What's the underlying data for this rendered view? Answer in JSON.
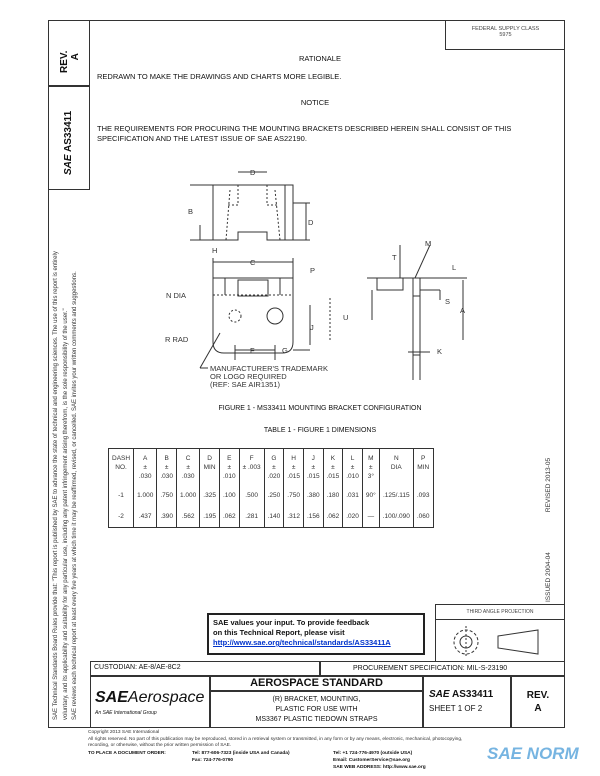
{
  "header": {
    "federal_supply_class": "FEDERAL SUPPLY CLASS",
    "fsc_number": "5975"
  },
  "side": {
    "rev_label": "REV.",
    "rev": "A",
    "doc_id": "AS33411",
    "sae_mark": "SAE",
    "disclaimer_1": "SAE Technical Standards Board Rules provide that: \"This report is published by SAE to advance the state of technical and engineering sciences. The use of this report is entirely",
    "disclaimer_2": "voluntary, and its applicability and suitability for any particular use, including any patent infringement arising therefrom, is the sole responsibility of the user.\"",
    "disclaimer_3": "SAE reviews each technical report at least every five years at which time it may be reaffirmed, revised, or cancelled. SAE invites your written comments and suggestions.",
    "issued": "ISSUED 2004-04",
    "revised": "REVISED 2013-05"
  },
  "body": {
    "rationale_heading": "RATIONALE",
    "rationale_text": "REDRAWN TO MAKE THE DRAWINGS AND CHARTS MORE LEGIBLE.",
    "notice_heading": "NOTICE",
    "notice_text_1": "THE REQUIREMENTS FOR PROCURING THE MOUNTING BRACKETS DESCRIBED HEREIN SHALL CONSIST OF THIS",
    "notice_text_2": "SPECIFICATION AND THE LATEST ISSUE OF SAE AS22190."
  },
  "figure": {
    "caption": "FIGURE 1 - MS33411 MOUNTING BRACKET CONFIGURATION",
    "labels": {
      "d_top": "D",
      "b": "B",
      "d_right": "D",
      "h": "H",
      "c": "C",
      "p": "P",
      "n_dia": "N DIA",
      "r_rad": "R RAD",
      "f": "F",
      "g": "G",
      "j": "J",
      "u": "U",
      "t": "T",
      "m": "M",
      "l": "L",
      "s": "S",
      "a": "A",
      "k": "K"
    },
    "trademark": [
      "MANUFACTURER'S TRADEMARK",
      "OR LOGO REQUIRED",
      "(REF: SAE AIR1351)"
    ]
  },
  "table": {
    "title": "TABLE 1 - FIGURE 1 DIMENSIONS",
    "headers": [
      [
        "DASH",
        "NO.",
        ""
      ],
      [
        "A",
        "±",
        ".030"
      ],
      [
        "B",
        "±",
        ".030"
      ],
      [
        "C",
        "±",
        ".030"
      ],
      [
        "D",
        "MIN",
        ""
      ],
      [
        "E",
        "±",
        ".010"
      ],
      [
        "F",
        "± .003",
        ""
      ],
      [
        "G",
        "±",
        ".020"
      ],
      [
        "H",
        "±",
        ".015"
      ],
      [
        "J",
        "±",
        ".015"
      ],
      [
        "K",
        "±",
        ".015"
      ],
      [
        "L",
        "±",
        ".010"
      ],
      [
        "M",
        "±",
        "3°"
      ],
      [
        "N",
        "DIA",
        ""
      ],
      [
        "P",
        "MIN",
        ""
      ]
    ],
    "rows": [
      [
        "-1",
        "1.000",
        ".750",
        "1.000",
        ".325",
        ".100",
        ".500",
        ".250",
        ".750",
        ".380",
        ".180",
        ".031",
        "90°",
        ".125/.115",
        ".093"
      ],
      [
        "-2",
        ".437",
        ".390",
        ".562",
        ".195",
        ".062",
        ".281",
        ".140",
        ".312",
        ".156",
        ".062",
        ".020",
        "—",
        ".100/.090",
        ".060"
      ]
    ]
  },
  "feedback": {
    "line1": "SAE values your input. To provide feedback",
    "line2": "on this Technical Report, please visit",
    "link": "http://www.sae.org/technical/standards/AS33411A"
  },
  "projection": {
    "label": "THIRD ANGLE PROJECTION"
  },
  "titleblock": {
    "custodian": "CUSTODIAN: AE-8/AE-8C2",
    "procurement": "PROCUREMENT SPECIFICATION: MIL-S-23190",
    "logo_sae": "SAE",
    "logo_aerospace": "Aerospace",
    "logo_sub": "An SAE International Group",
    "standard": "AEROSPACE STANDARD",
    "title_1": "(R) BRACKET, MOUNTING,",
    "title_2": "PLASTIC FOR USE WITH",
    "title_3": "MS3367 PLASTIC TIEDOWN STRAPS",
    "doc_sae": "SAE",
    "doc_id": "AS33411",
    "sheet": "SHEET 1 OF 2",
    "rev_label": "REV.",
    "rev": "A"
  },
  "footer": {
    "copyright": "Copyright 2013 SAE International",
    "rights": "All rights reserved. No part of this publication may be reproduced, stored in a retrieval system or transmitted, in any form or by any means, electronic, mechanical, photocopying,",
    "rights_2": "recording, or otherwise, without the prior written permission of SAE.",
    "order": "TO PLACE A DOCUMENT ORDER:",
    "tel_us": "Tel: 877-606-7323 (inside USA and Canada)",
    "fax": "Fax: 724-776-0790",
    "tel_intl": "Tel: +1 724-776-4970 (outside USA)",
    "email": "Email: CustomerService@sae.org",
    "web": "SAE WEB ADDRESS: http://www.sae.org",
    "watermark": "SAE NORM"
  }
}
